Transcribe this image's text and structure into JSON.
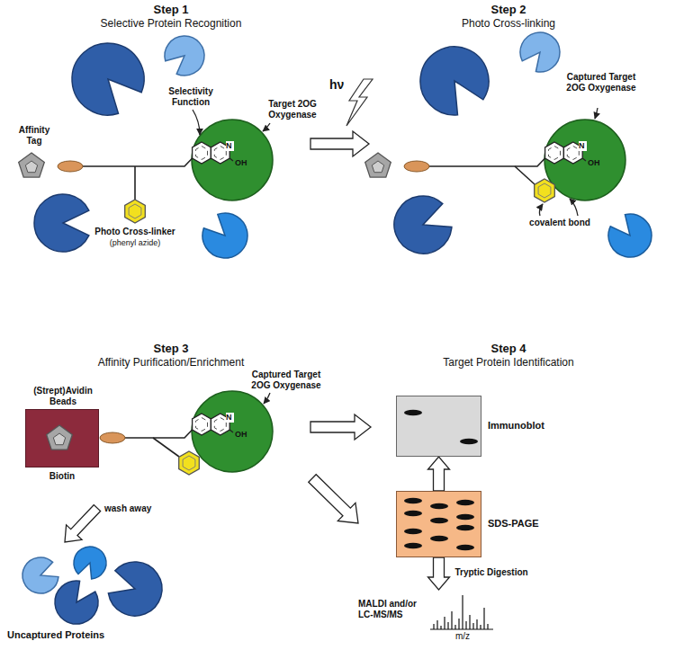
{
  "diagram": {
    "nodes": [
      {
        "text": [
          "Immunoblot"
        ]
      },
      {
        "text": [
          "SDS-PAGE"
        ]
      },
      {
        "text": [
          "MALDI and/or LC-MS/MS",
          "m/z"
        ]
      },
      {
        "text": [
          "(Strept)Avidin Beads"
        ]
      }
    ],
    "edges": [
      {
        "from": 1,
        "to": 0,
        "arrow": "to"
      },
      {
        "from": 1,
        "to": 2,
        "label": "Tryptic Digestion",
        "arrow": "to"
      }
    ],
    "labels": [
      "Step 1",
      "Selective Protein Recognition",
      "Selectivity Function",
      "Affinity Tag",
      "Photo Cross-linker",
      "(phenyl azide)",
      "Target 2OG Oxygenase",
      "N",
      "OH",
      "hν",
      "Step 2",
      "Photo Cross-linking",
      "Captured Target 2OG Oxygenase",
      "N",
      "OH",
      "covalent bond",
      "Step 3",
      "Affinity Purification/Enrichment",
      "Biotin",
      "Captured Target 2OG Oxygenase",
      "N",
      "OH",
      "wash away",
      "Uncaptured Proteins",
      "Step 4",
      "Target Protein Identification"
    ]
  }
}
